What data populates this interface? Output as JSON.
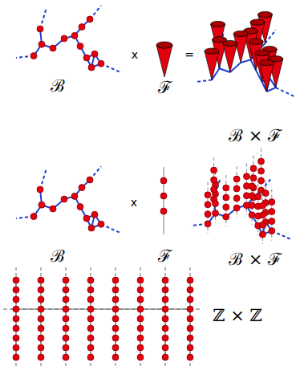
{
  "diagram": {
    "labels": [
      "x",
      "=",
      "ℬ",
      "ℱ",
      "ℬ × ℱ",
      "x",
      "ℬ",
      "ℱ",
      "ℬ × ℱ",
      "ℤ × ℤ"
    ]
  }
}
